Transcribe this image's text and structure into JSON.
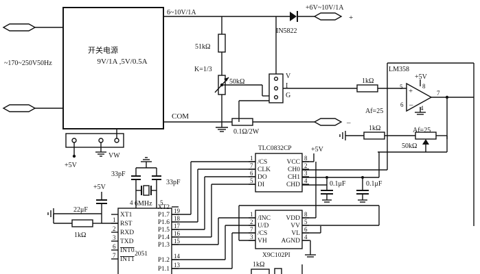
{
  "power_module": {
    "title": "开关电源",
    "spec": "9V/1A ,5V/0.5A"
  },
  "labels": {
    "ac_input": "~170~250V50Hz",
    "rail_6_10": "6~10V/1A",
    "out_6_10": "+6V~10V/1A",
    "plus_sign": "+",
    "minus_sign": "–",
    "diode": "IN5822",
    "r51k": "51kΩ",
    "k_ratio": "K=1/3",
    "r50k_pot": "50kΩ",
    "com": "COM",
    "r_shunt": "0.1Ω/2W",
    "v": "V",
    "i": "I",
    "g": "G",
    "opamp": "LM358",
    "plus5v": "+5V",
    "r1k_a": "1kΩ",
    "r1k_b": "1kΩ",
    "r1k_c": "1kΩ",
    "r1k_d": "1kΩ",
    "af_a": "Af=25",
    "af_b": "Af=25",
    "r50k_b": "50kΩ",
    "vw": "VW",
    "plus5v_b": "+5V",
    "plus5v_c": "+5V",
    "plus5v_d": "+5V",
    "c33pf_a": "33pF",
    "c33pf_b": "33pF",
    "xtal": "6MHz",
    "c22uf": "22μF",
    "c01uf_a": "0.1μF",
    "c01uf_b": "0.1μF",
    "op_pin5": "5",
    "op_pin6": "6",
    "op_pin7": "7",
    "op_pin8": "8",
    "op_pin4": "4",
    "xtal_pin4": "4",
    "xtal_pin5": "5"
  },
  "adc": {
    "name": "TLC0832CP",
    "left_pins": [
      {
        "num": "1",
        "name": "/CS"
      },
      {
        "num": "7",
        "name": "CLK"
      },
      {
        "num": "6",
        "name": "DO"
      },
      {
        "num": "5",
        "name": "DI"
      }
    ],
    "right_pins": [
      {
        "num": "8",
        "name": "VCC"
      },
      {
        "num": "2",
        "name": "CH0"
      },
      {
        "num": "3",
        "name": "CH1"
      },
      {
        "num": "4",
        "name": "CHD"
      }
    ]
  },
  "digipot": {
    "name": "X9C102PI",
    "left_pins": [
      {
        "num": "1",
        "name": "/INC"
      },
      {
        "num": "2",
        "name": "U/D"
      },
      {
        "num": "7",
        "name": "/CS"
      },
      {
        "num": "3",
        "name": "VH"
      }
    ],
    "right_pins": [
      {
        "num": "8",
        "name": "VDD"
      },
      {
        "num": "5",
        "name": "VV"
      },
      {
        "num": "6",
        "name": "VL"
      },
      {
        "num": "4",
        "name": "AGND"
      }
    ]
  },
  "mcu": {
    "name": "2051",
    "left_pins": [
      {
        "num": "",
        "name": "XT1"
      },
      {
        "num": "1",
        "name": "RST"
      },
      {
        "num": "2",
        "name": "RXD"
      },
      {
        "num": "3",
        "name": "TXD"
      },
      {
        "num": "6",
        "name": "INT0"
      },
      {
        "num": "7",
        "name": "INT1"
      }
    ],
    "right_pins": [
      {
        "num": "",
        "name": "XT2"
      },
      {
        "num": "19",
        "name": "P1.7"
      },
      {
        "num": "18",
        "name": "P1.6"
      },
      {
        "num": "17",
        "name": "P1.5"
      },
      {
        "num": "16",
        "name": "P1.4"
      },
      {
        "num": "15",
        "name": "P1.3"
      },
      {
        "num": "14",
        "name": "P1.2"
      },
      {
        "num": "13",
        "name": "P1.1"
      }
    ]
  }
}
